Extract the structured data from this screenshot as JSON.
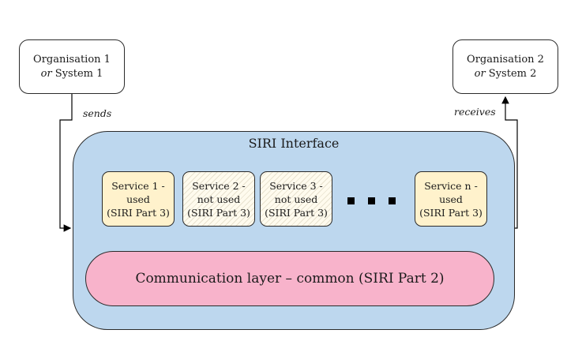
{
  "org1": {
    "line1": "Organisation 1",
    "line2_em": "or",
    "line2_rest": " System 1"
  },
  "org2": {
    "line1": "Organisation 2",
    "line2_em": "or",
    "line2_rest": " System 2"
  },
  "labels": {
    "sends": "sends",
    "receives": "receives"
  },
  "siri": {
    "title": "SIRI Interface"
  },
  "services": [
    {
      "l1": "Service 1 -",
      "l2": "used",
      "l3": "(SIRI Part 3)",
      "status": "used"
    },
    {
      "l1": "Service 2 -",
      "l2": "not used",
      "l3": "(SIRI Part 3)",
      "status": "not used"
    },
    {
      "l1": "Service 3 -",
      "l2": "not used",
      "l3": "(SIRI Part 3)",
      "status": "not used"
    },
    {
      "l1": "Service n -",
      "l2": "used",
      "l3": "(SIRI Part 3)",
      "status": "used"
    }
  ],
  "communication": {
    "label": "Communication layer – common (SIRI Part 2)"
  },
  "colors": {
    "siri_fill": "#bdd7ee",
    "service_used": "#fff2cc",
    "comm_fill": "#f8b3cb"
  }
}
